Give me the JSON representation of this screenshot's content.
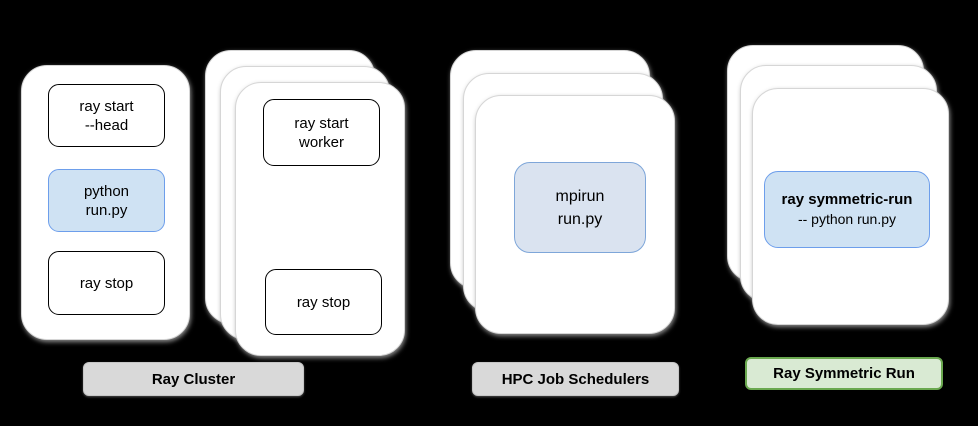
{
  "head_card": {
    "ray_start_head_line1": "ray start",
    "ray_start_head_line2": "--head",
    "python_run_line1": "python",
    "python_run_line2": "run.py",
    "ray_stop": "ray stop"
  },
  "worker_card": {
    "ray_start_worker_line1": "ray start",
    "ray_start_worker_line2": "worker",
    "ray_stop": "ray stop"
  },
  "hpc_card": {
    "mpirun_line1": "mpirun",
    "mpirun_line2": "run.py"
  },
  "symmetric_card": {
    "title": "ray symmetric-run",
    "subtitle": "-- python run.py"
  },
  "badges": {
    "ray_cluster": "Ray Cluster",
    "hpc": "HPC Job Schedulers",
    "symmetric": "Ray Symmetric Run"
  },
  "colors": {
    "background": "#000000",
    "card_fill": "#ffffff",
    "highlight_blue_fill": "#cfe2f3",
    "highlight_blue_border": "#6d9eeb",
    "soft_blue_fill": "#dae3f0",
    "soft_blue_border": "#7ea6d9",
    "gray_badge_fill": "#d9d9d9",
    "green_badge_fill": "#d9ead3",
    "green_badge_border": "#6aa84f"
  }
}
